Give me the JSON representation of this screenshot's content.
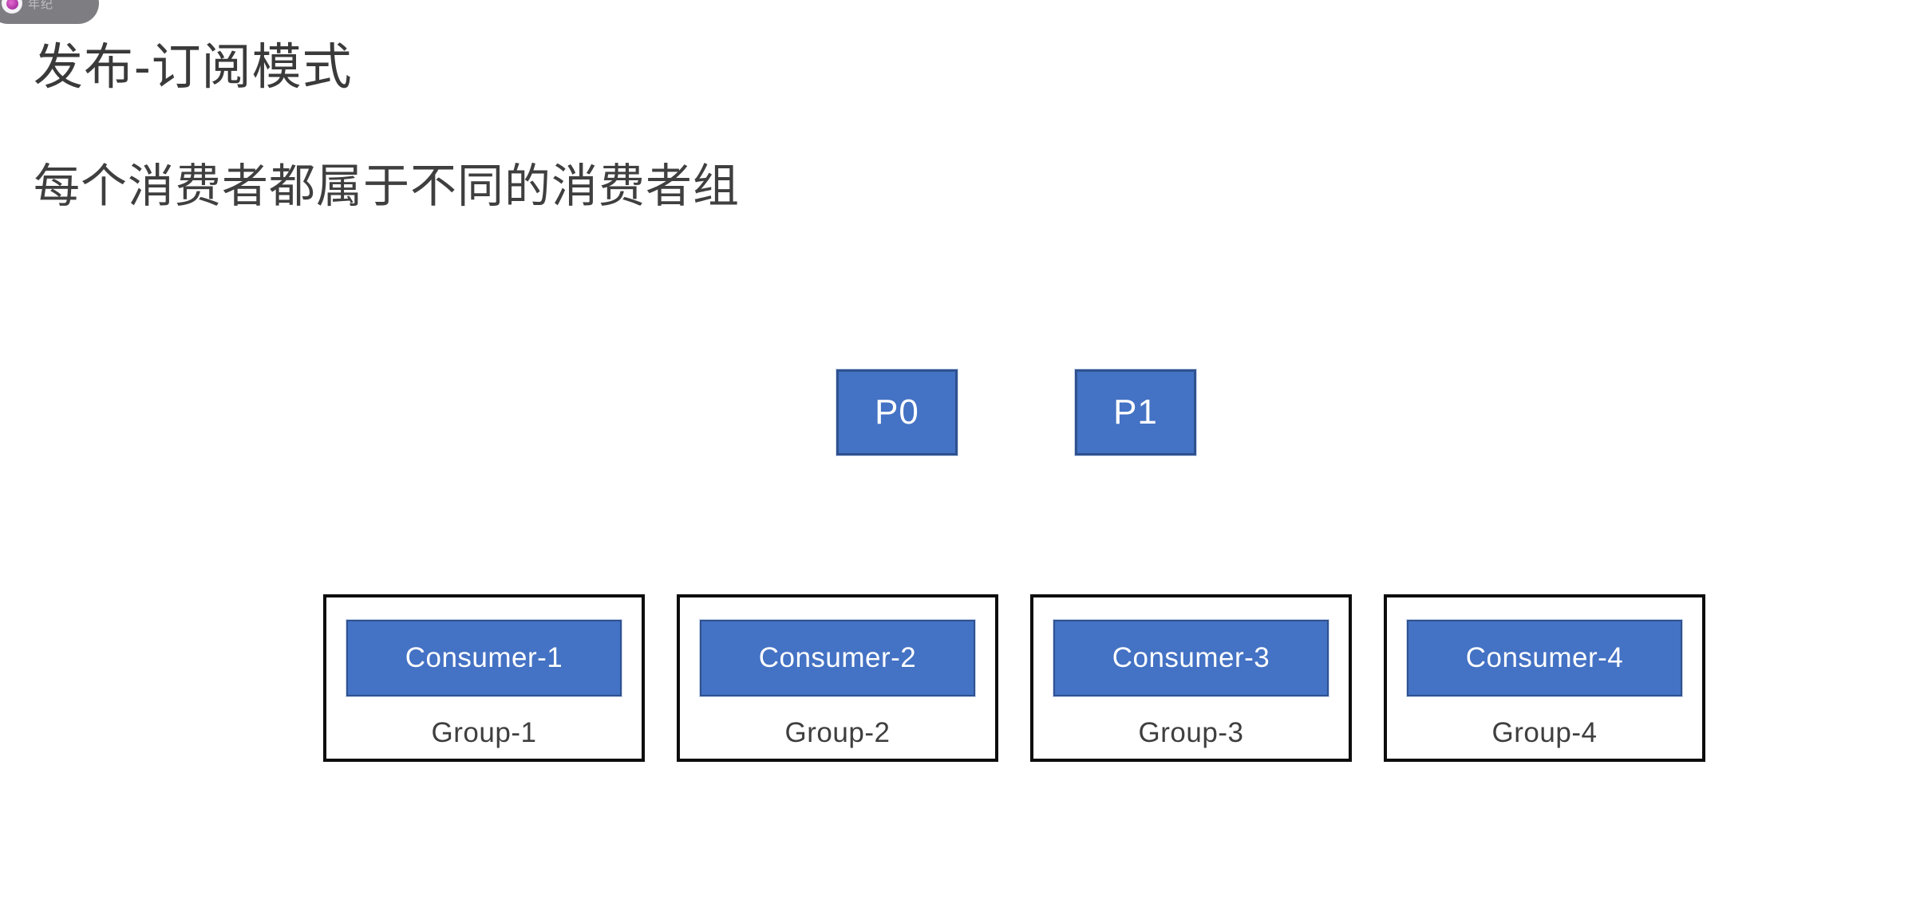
{
  "watermark": {
    "avatar_icon": "user-avatar-icon",
    "label": "年纪"
  },
  "slide": {
    "title": "发布-订阅模式",
    "subtitle": "每个消费者都属于不同的消费者组"
  },
  "colors": {
    "box_fill": "#4472c4",
    "box_border": "#2f528f",
    "group_border": "#0d0d0d",
    "text_dark": "#3f3f3f",
    "box_text": "#ffffff",
    "background": "#ffffff"
  },
  "diagram": {
    "partitions": [
      {
        "label": "P0"
      },
      {
        "label": "P1"
      }
    ],
    "groups": [
      {
        "consumer": "Consumer-1",
        "group": "Group-1"
      },
      {
        "consumer": "Consumer-2",
        "group": "Group-2"
      },
      {
        "consumer": "Consumer-3",
        "group": "Group-3"
      },
      {
        "consumer": "Consumer-4",
        "group": "Group-4"
      }
    ]
  }
}
